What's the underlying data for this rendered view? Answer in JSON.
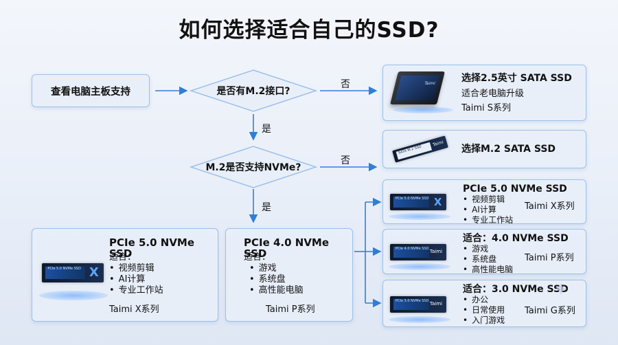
{
  "title": "如何选择适合自己的SSD?",
  "flow": {
    "start": "查看电脑主板支持",
    "q1": "是否有M.2接口?",
    "q2": "M.2是否支持NVMe?",
    "no": "否",
    "yes": "是"
  },
  "results": {
    "sata": {
      "title": "选择2.5英寸 SATA SSD",
      "sub": "适合老电脑升级",
      "series": "Taimi S系列"
    },
    "m2sata": {
      "title": "选择M.2 SATA SSD"
    },
    "pcie5_small": {
      "title": "PCIe  5.0 NVMe SSD",
      "bullets": [
        "视频剪辑",
        "AI计算",
        "专业工作站"
      ],
      "series": "Taimi X系列"
    },
    "pcie4_small": {
      "title": "适合：4.0 NVMe SSD",
      "bullets": [
        "游戏",
        "系统盘",
        "高性能电脑"
      ],
      "series": "Taimi P系列"
    },
    "pcie3_small": {
      "title": "适合：3.0 NVMe SSD",
      "bullets": [
        "办公",
        "日常使用",
        "入门游戏"
      ],
      "series": "Taimi G系列"
    },
    "pcie5_big": {
      "title": "PCIe 5.0 NVMe SSD",
      "fit": "适合：",
      "bullets": [
        "视频剪辑",
        "AI计算",
        "专业工作站"
      ],
      "series": "Taimi X系列"
    },
    "pcie4_big": {
      "title": "PCIe 4.0 NVMe SSD",
      "fit": "适合：",
      "bullets": [
        "游戏",
        "系统盘",
        "高性能电脑"
      ],
      "series": "Taimi P系列"
    }
  },
  "product_labels": {
    "sata_brand": "Taimi",
    "m2sata_label": "SATA M.2 SSD",
    "m2sata_brand": "Taimi",
    "pcie5_label": "PCIe 5.0 NVMe SSD",
    "pcie4_label": "PCIe 4.0 NVMe SSD",
    "pcie3_label": "PCIe 3.0 NVMe SSD",
    "x_mark": "X",
    "brand": "Taimi"
  },
  "colors": {
    "arrow": "#2f7fd6",
    "border": "#9cc0ea",
    "glow": "#4696ff"
  }
}
